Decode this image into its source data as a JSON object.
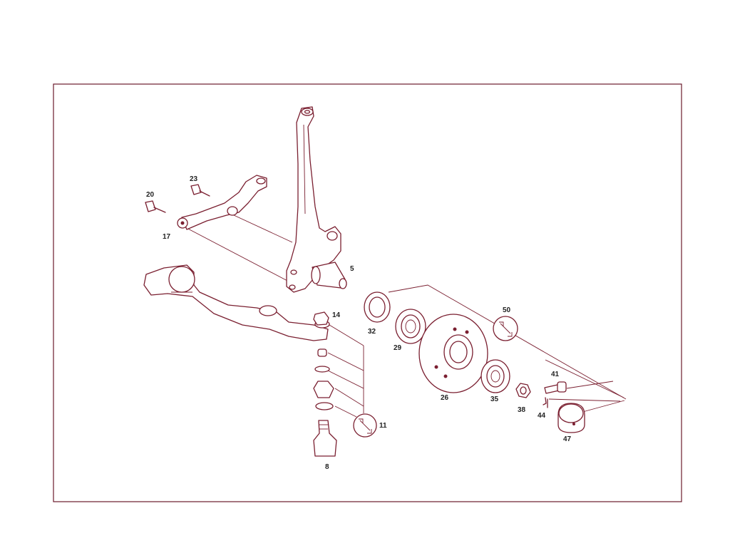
{
  "labels": {
    "p5": "5",
    "p8": "8",
    "p11": "11",
    "p14": "14",
    "p17": "17",
    "p20": "20",
    "p23": "23",
    "p26": "26",
    "p29": "29",
    "p32": "32",
    "p35": "35",
    "p38": "38",
    "p41": "41",
    "p44": "44",
    "p47": "47",
    "p50": "50"
  },
  "icons": {
    "tool_symbol_11": "wrench-icon",
    "tool_symbol_50": "wrench-icon"
  },
  "colors": {
    "line": "#7a1f30",
    "frame": "#6b1a2c",
    "label": "#222222"
  }
}
